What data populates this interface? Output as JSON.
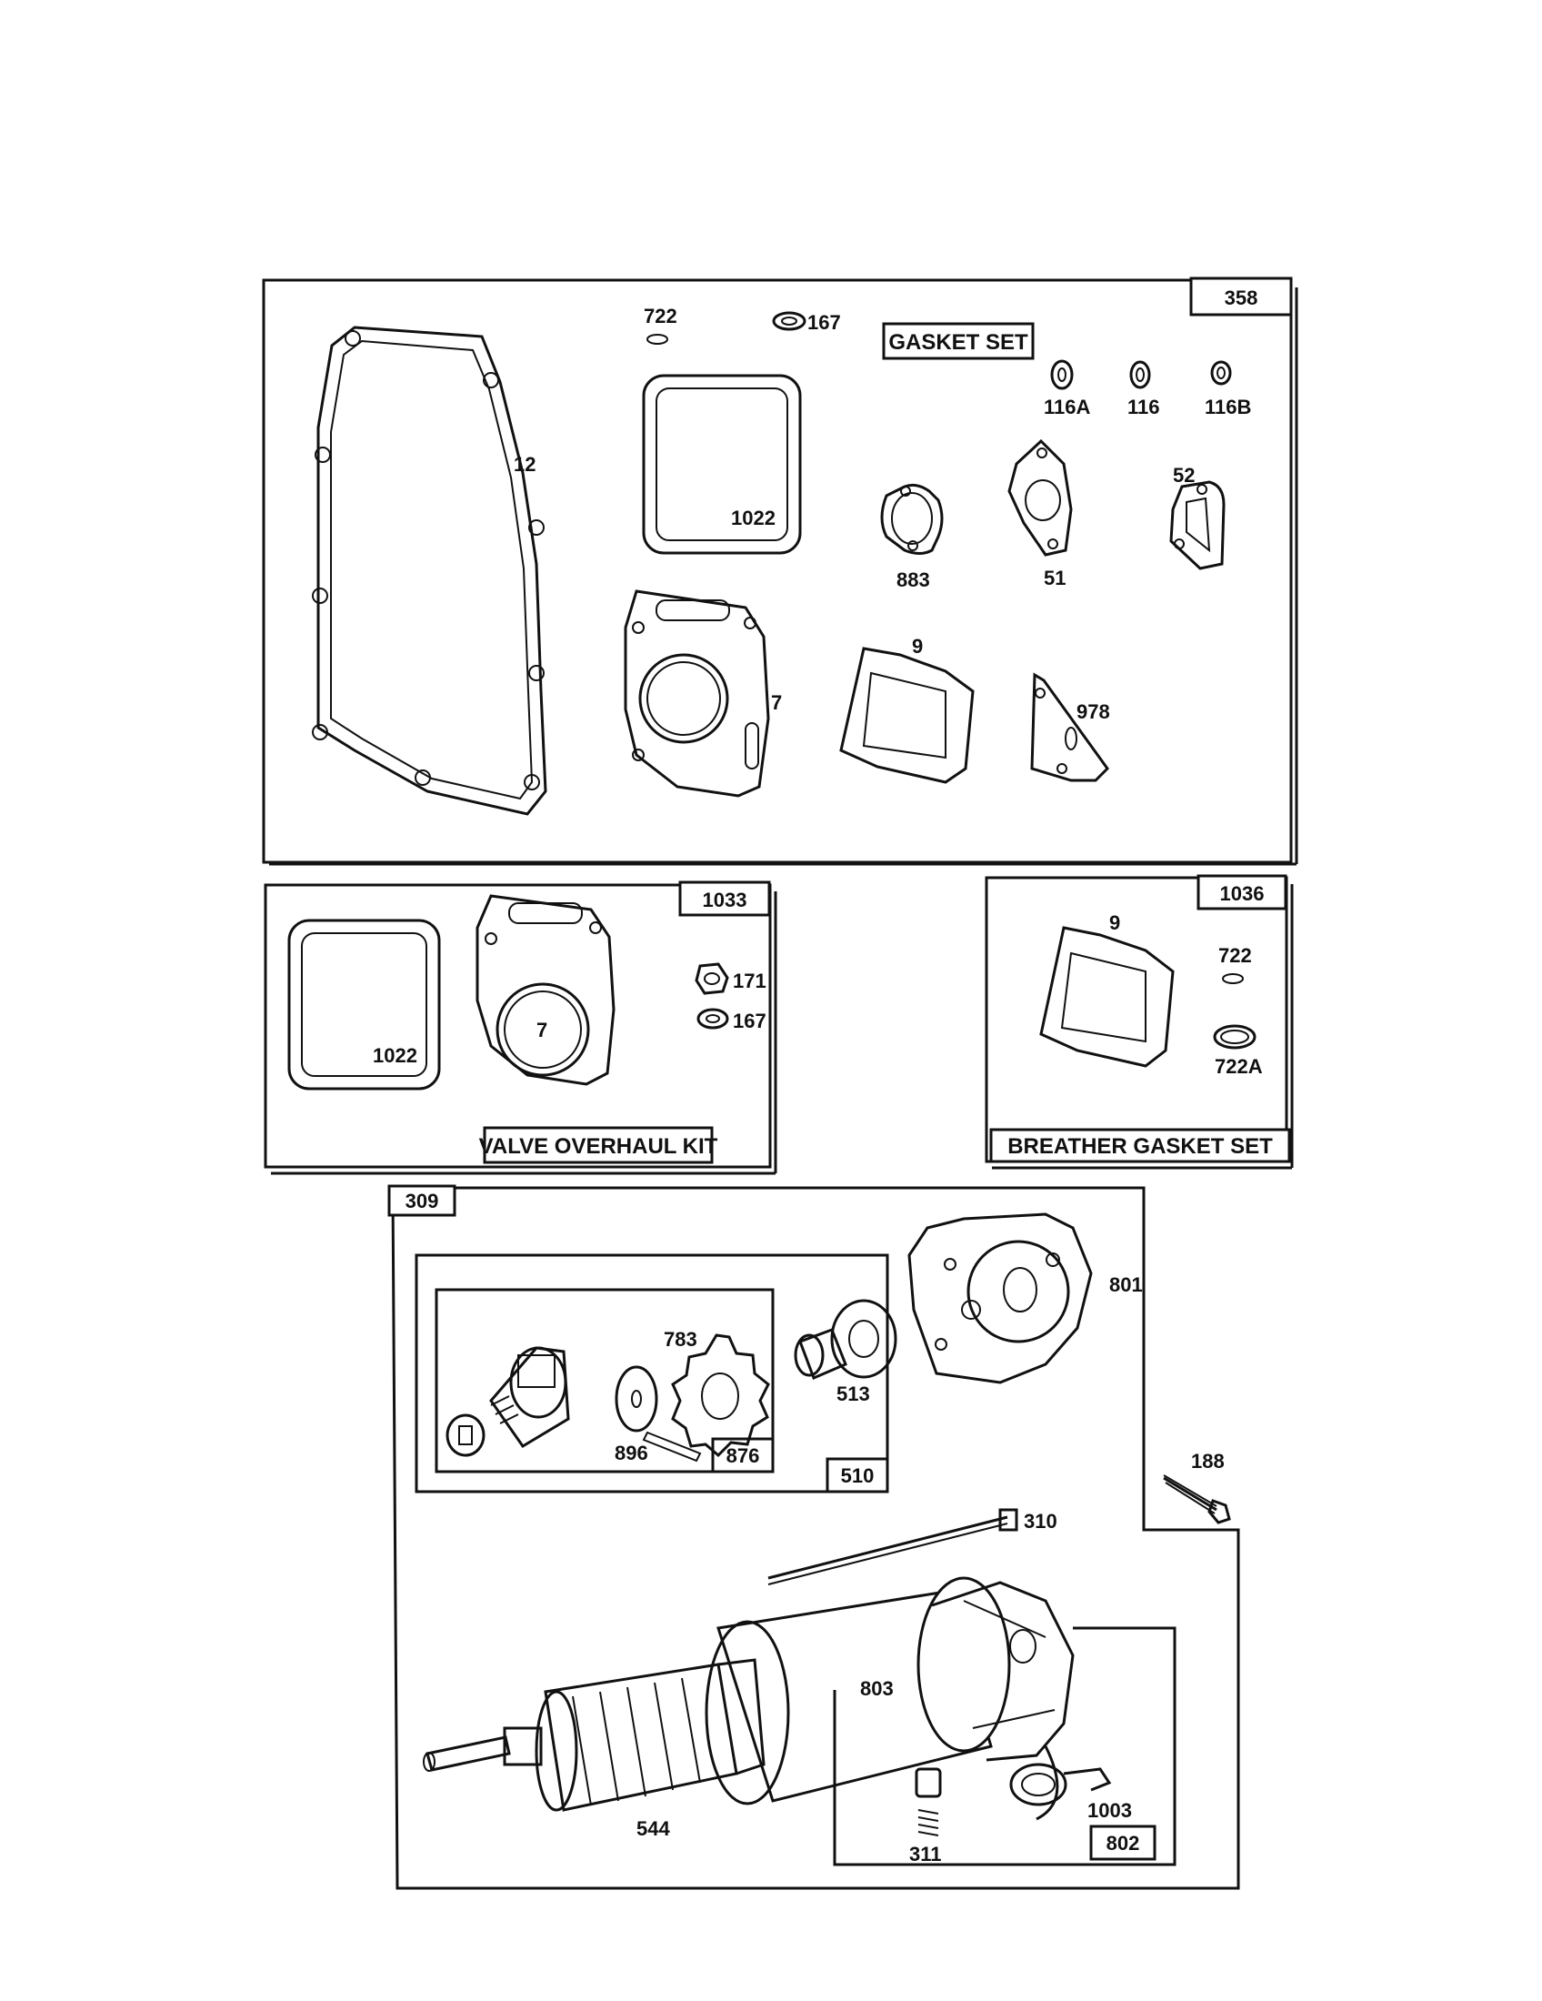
{
  "kits": {
    "gasket_set": {
      "number": "358",
      "title": "GASKET SET",
      "parts": [
        "12",
        "722",
        "167",
        "1022",
        "116A",
        "116",
        "116B",
        "883",
        "51",
        "52",
        "7",
        "9",
        "978"
      ]
    },
    "valve_overhaul_kit": {
      "number": "1033",
      "title": "VALVE OVERHAUL KIT",
      "parts": [
        "1022",
        "7",
        "171",
        "167"
      ]
    },
    "breather_gasket_set": {
      "number": "1036",
      "title": "BREATHER GASKET SET",
      "parts": [
        "9",
        "722",
        "722A"
      ]
    },
    "starter_motor": {
      "number": "309",
      "drive_assembly": "510",
      "drive_subassembly": "876",
      "brush_assembly": "802",
      "parts": [
        "783",
        "896",
        "513",
        "801",
        "188",
        "310",
        "803",
        "544",
        "311",
        "1003"
      ]
    }
  }
}
